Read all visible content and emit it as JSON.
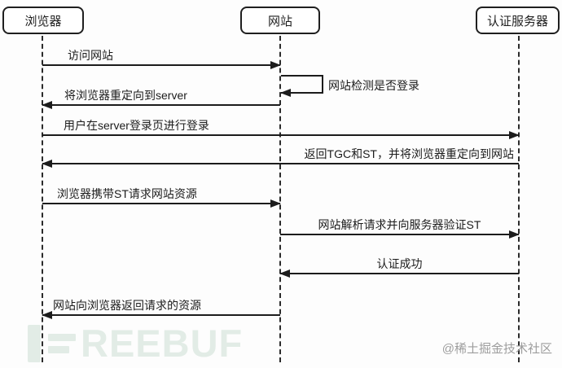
{
  "diagram": {
    "type": "sequence",
    "actors": [
      {
        "id": "browser",
        "label": "浏览器"
      },
      {
        "id": "site",
        "label": "网站"
      },
      {
        "id": "auth",
        "label": "认证服务器"
      }
    ],
    "messages": [
      {
        "label": "访问网站",
        "from": "浏览器",
        "to": "网站"
      },
      {
        "label": "网站检测是否登录",
        "from": "网站",
        "to": "网站",
        "kind": "self"
      },
      {
        "label": "将浏览器重定向到server",
        "from": "网站",
        "to": "浏览器"
      },
      {
        "label": "用户在server登录页进行登录",
        "from": "浏览器",
        "to": "认证服务器"
      },
      {
        "label": "返回TGC和ST，并将浏览器重定向到网站",
        "from": "认证服务器",
        "to": "浏览器"
      },
      {
        "label": "浏览器携带ST请求网站资源",
        "from": "浏览器",
        "to": "网站"
      },
      {
        "label": "网站解析请求并向服务器验证ST",
        "from": "网站",
        "to": "认证服务器"
      },
      {
        "label": "认证成功",
        "from": "认证服务器",
        "to": "网站"
      },
      {
        "label": "网站向浏览器返回请求的资源",
        "from": "网站",
        "to": "浏览器"
      }
    ]
  },
  "watermark": {
    "text": "REEBUF"
  },
  "credit": {
    "text": "@稀土掘金技术社区"
  },
  "colors": {
    "line": "#1c1c1c",
    "text": "#1c1c1c",
    "watermark": "#e2ece6",
    "credit": "#9d9d9d",
    "background": "#fdfdfd"
  }
}
